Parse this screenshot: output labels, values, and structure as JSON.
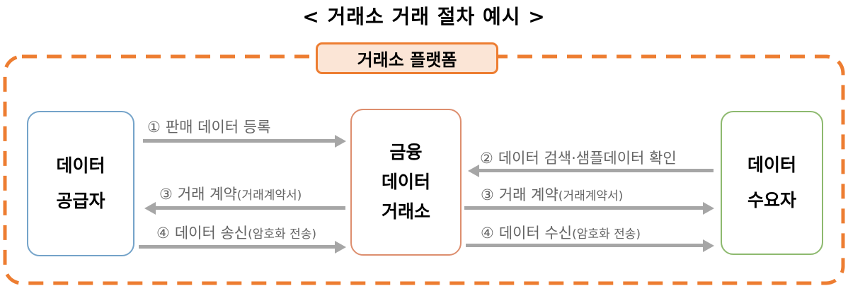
{
  "title": "< 거래소 거래 절차 예시 >",
  "platform": {
    "label": "거래소 플랫폼"
  },
  "nodes": {
    "supplier": {
      "lines": [
        "데이터",
        "공급자"
      ]
    },
    "exchange": {
      "lines": [
        "금융",
        "데이터",
        "거래소"
      ]
    },
    "consumer": {
      "lines": [
        "데이터",
        "수요자"
      ]
    }
  },
  "flows": [
    {
      "num": "①",
      "label": "판매 데이터 등록",
      "paren": "",
      "direction": "right",
      "from": "데이터 공급자",
      "to": "금융 데이터 거래소"
    },
    {
      "num": "②",
      "label": "데이터 검색·샘플데이터 확인",
      "paren": "",
      "direction": "left",
      "from": "데이터 수요자",
      "to": "금융 데이터 거래소"
    },
    {
      "num": "③",
      "label": "거래 계약",
      "paren": "(거래계약서)",
      "direction": "left",
      "from": "금융 데이터 거래소",
      "to": "데이터 공급자"
    },
    {
      "num": "③",
      "label": "거래 계약",
      "paren": "(거래계약서)",
      "direction": "right",
      "from": "금융 데이터 거래소",
      "to": "데이터 수요자"
    },
    {
      "num": "④",
      "label": "데이터 송신",
      "paren": "(암호화 전송)",
      "direction": "right",
      "from": "데이터 공급자",
      "to": "금융 데이터 거래소"
    },
    {
      "num": "④",
      "label": "데이터 수신",
      "paren": "(암호화 전송)",
      "direction": "right",
      "from": "금융 데이터 거래소",
      "to": "데이터 수요자"
    }
  ],
  "colors": {
    "boundary_dash": "#ED7D31",
    "platform_fill": "#FBE5D6",
    "platform_border": "#ED7D31",
    "supplier_border": "#74A3C9",
    "exchange_border": "#DD8E6E",
    "consumer_border": "#8DB96E",
    "arrow": "#A6A6A6",
    "flow_text": "#646464",
    "node_text": "#000000"
  }
}
